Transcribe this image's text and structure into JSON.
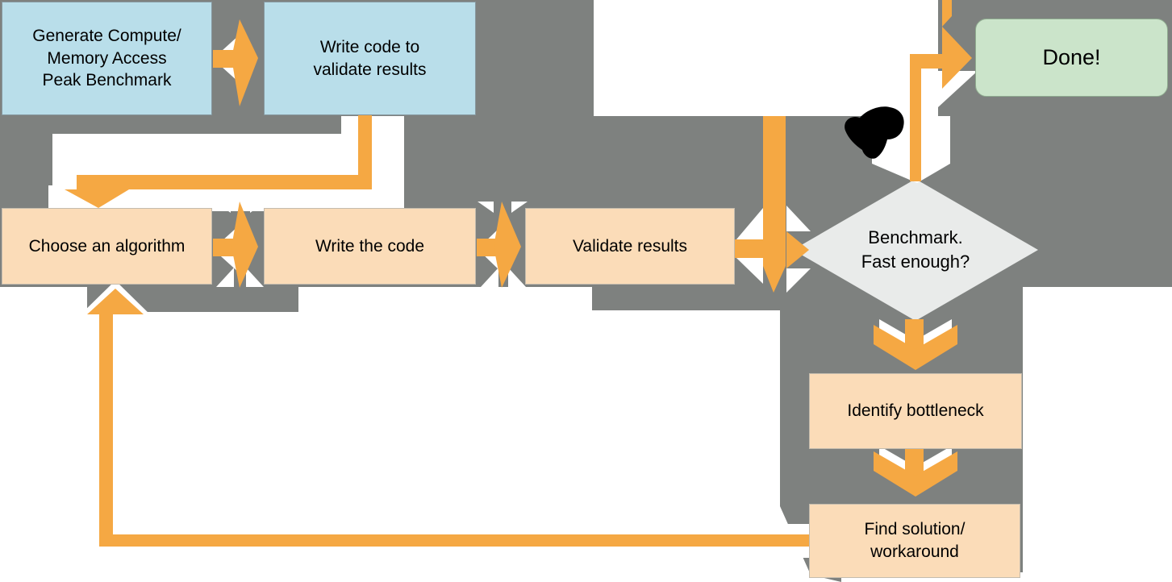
{
  "colors": {
    "background_gray": "#7E817F",
    "arrow_orange": "#F5A843",
    "process_box_peach": "#FBDCB8",
    "benchmark_box_blue": "#B9DEEA",
    "done_box_green": "#CBE4CA",
    "decision_diamond_gray": "#E9EBEA",
    "halo_white": "#FFFFFF",
    "ink_annotation_black": "#000000"
  },
  "nodes": {
    "generate_benchmark": {
      "label": "Generate Compute/\nMemory Access\nPeak Benchmark"
    },
    "write_validation_code": {
      "label": "Write code to\nvalidate results"
    },
    "choose_algorithm": {
      "label": "Choose an algorithm"
    },
    "write_code": {
      "label": "Write the code"
    },
    "validate_results": {
      "label": "Validate results"
    },
    "benchmark_decision": {
      "label": "Benchmark.\nFast enough?"
    },
    "done": {
      "label": "Done!"
    },
    "identify_bottleneck": {
      "label": "Identify bottleneck"
    },
    "find_solution": {
      "label": "Find solution/\nworkaround"
    }
  },
  "edges": [
    {
      "from": "generate_benchmark",
      "to": "write_validation_code",
      "type": "double-arrow"
    },
    {
      "from": "write_validation_code",
      "to": "choose_algorithm",
      "type": "elbow-arrow"
    },
    {
      "from": "choose_algorithm",
      "to": "write_code",
      "type": "double-arrow"
    },
    {
      "from": "write_code",
      "to": "validate_results",
      "type": "double-arrow"
    },
    {
      "from": "validate_results",
      "to": "benchmark_decision",
      "type": "arrow"
    },
    {
      "from": "write_validation_code",
      "to": "benchmark_decision",
      "type": "vertical-arrow"
    },
    {
      "from": "benchmark_decision",
      "to": "done",
      "type": "elbow-arrow"
    },
    {
      "from": "benchmark_decision",
      "to": "identify_bottleneck",
      "type": "chevron-arrow"
    },
    {
      "from": "identify_bottleneck",
      "to": "find_solution",
      "type": "chevron-arrow"
    },
    {
      "from": "find_solution",
      "to": "choose_algorithm",
      "type": "feedback-loop-arrow"
    }
  ],
  "annotations": {
    "ink_blob": "hand-drawn black ink mark near top of decision arrow"
  }
}
